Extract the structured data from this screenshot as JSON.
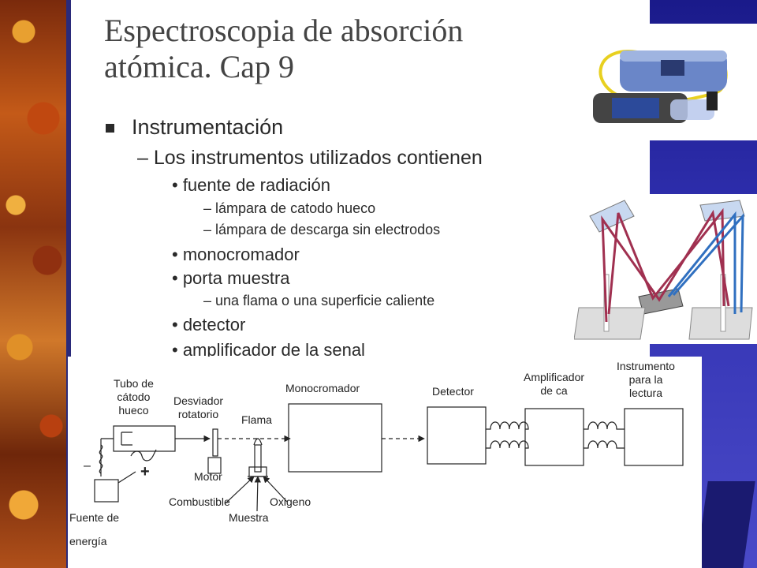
{
  "slide": {
    "title_line1": "Espectroscopia de absorción",
    "title_line2": "atómica. Cap 9",
    "bullets": {
      "level1": "Instrumentación",
      "level2": "– Los instrumentos utilizados  contienen",
      "item_fuente": "• fuente de radiación",
      "sub_catodo": "– lámpara de catodo hueco",
      "sub_descarga": "– lámpara de descarga sin electrodos",
      "item_mono": "• monocromador",
      "item_porta": "• porta muestra",
      "sub_flama": "– una flama o una superficie caliente",
      "item_detector": "• detector",
      "item_amplificador": "• amplificador de la senal"
    }
  },
  "diagram": {
    "tubo": "Tubo de\ncátodo\nhueco",
    "desviador": "Desviador\nrotatorio",
    "flama": "Flama",
    "monocromador": "Monocromador",
    "detector": "Detector",
    "amplificador": "Amplificador\nde ca",
    "instrumento": "Instrumento\npara la\nlectura",
    "motor": "Motor",
    "combustible": "Combustible",
    "oxigeno": "Oxigeno",
    "muestra": "Muestra",
    "fuente_line1": "Fuente de",
    "fuente_line2": "energía",
    "minus": "–",
    "plus": "+"
  },
  "colors": {
    "right_panel": "#3030b0",
    "text": "#2a2a2a",
    "ray_red": "#a03050",
    "ray_blue": "#3070c0",
    "lamp_blue": "#6a86c8",
    "cable_yellow": "#e8d020"
  }
}
